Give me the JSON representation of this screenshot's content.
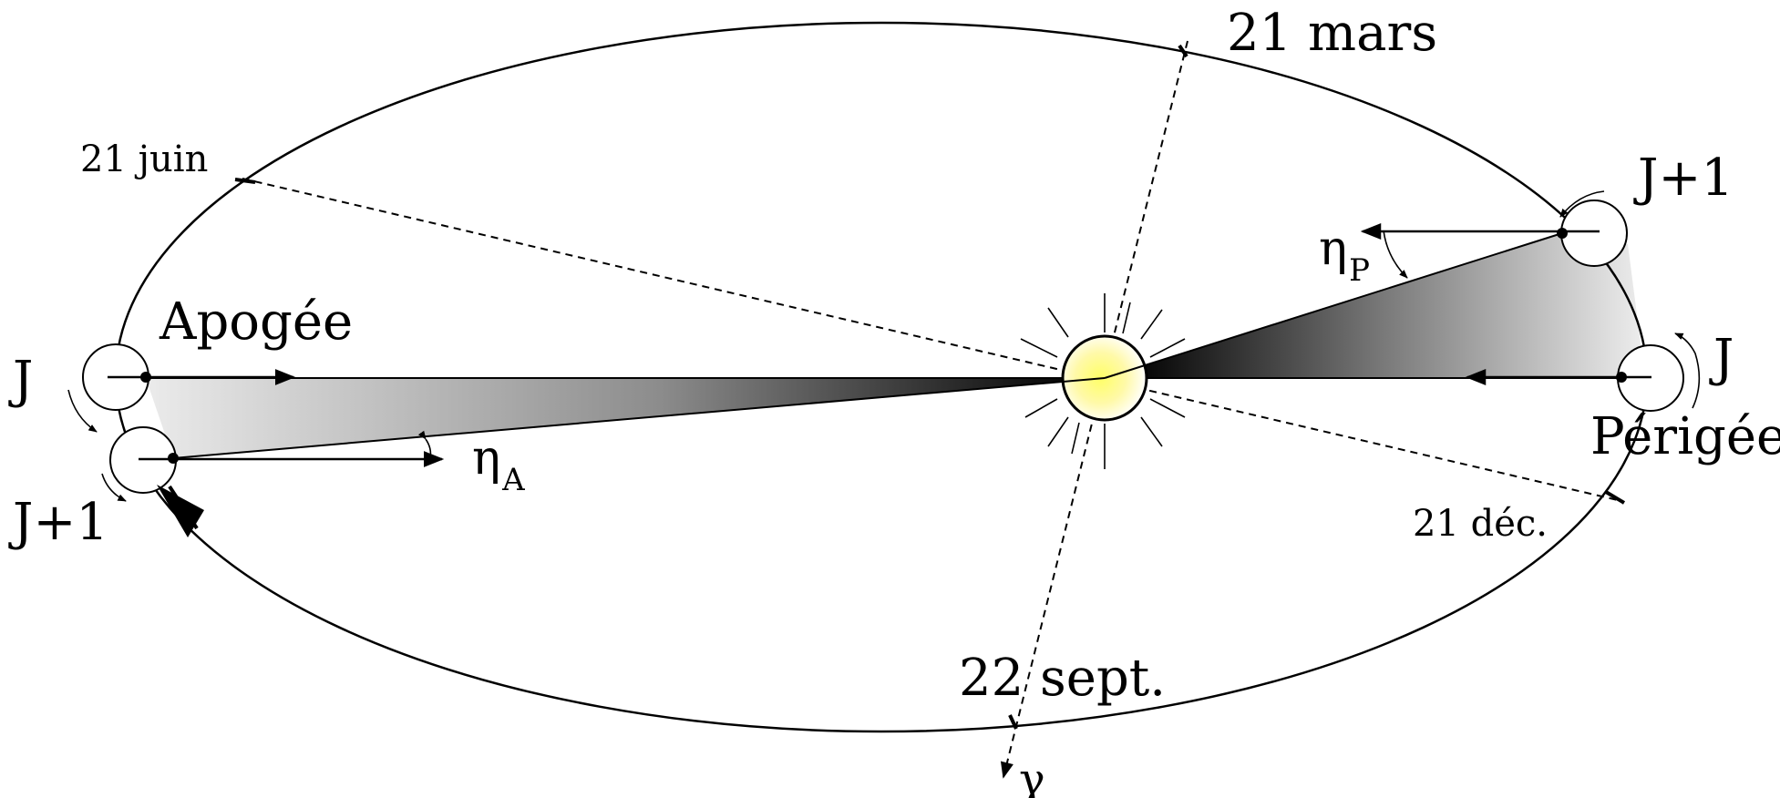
{
  "labels": {
    "mars": "21 mars",
    "juin": "21 juin",
    "sept": "22 sept.",
    "dec": "21 déc.",
    "apogee": "Apogée",
    "perigee": "Périgée",
    "j_left": "J",
    "j1_left": "J+1",
    "j_right": "J",
    "j1_right": "J+1",
    "eta": "η",
    "sub_a": "A",
    "sub_p": "P",
    "gamma": "γ"
  },
  "colors": {
    "orbit": "#000000",
    "sun_center": "#ffff66",
    "sun_edge": "#ffffff",
    "wedge_dark": "#000000",
    "wedge_light": "#e6e6e6"
  }
}
